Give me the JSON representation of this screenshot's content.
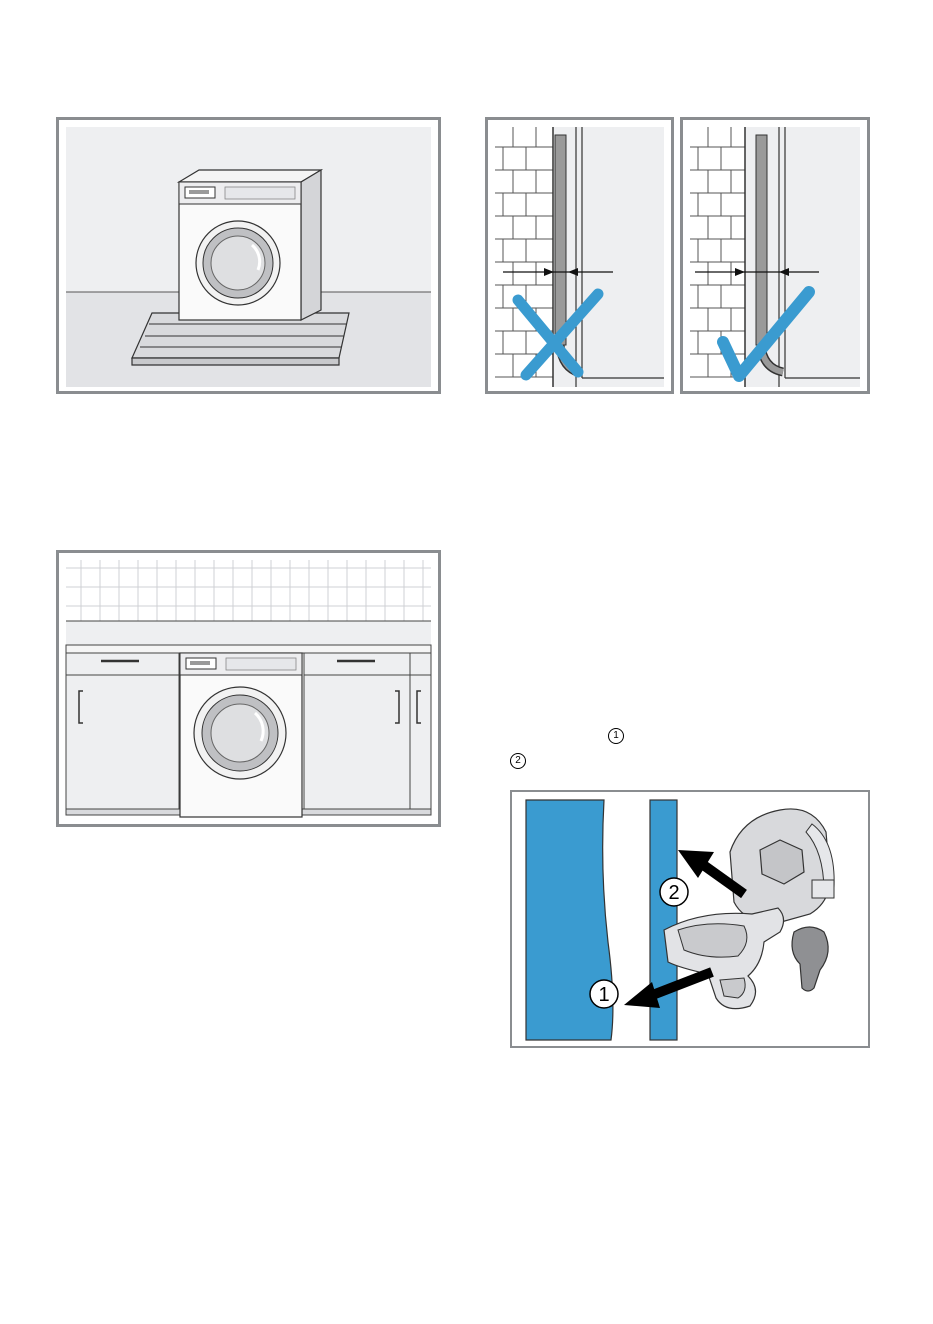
{
  "steps": {
    "step_1": "1",
    "step_2": "2"
  },
  "figure_foot": {
    "label_1": "1",
    "label_2": "2"
  },
  "colors": {
    "accent_blue": "#3a9bd0",
    "frame_gray": "#8a8d90",
    "panel_gray": "#eeeff1"
  }
}
